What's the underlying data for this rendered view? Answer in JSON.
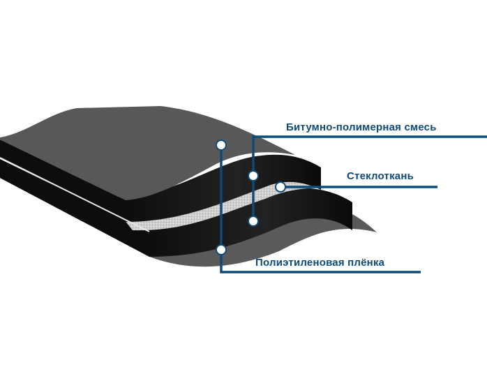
{
  "labels": {
    "bitumen": "Битумно-полимерная смесь",
    "fiberglass": "Стеклоткань",
    "film": "Полиэтиленовая плёнка"
  },
  "colors": {
    "callout": "#0e4a78",
    "surface": "#585858",
    "layer": "#121212",
    "fiberglass": "#d8d8d8"
  }
}
